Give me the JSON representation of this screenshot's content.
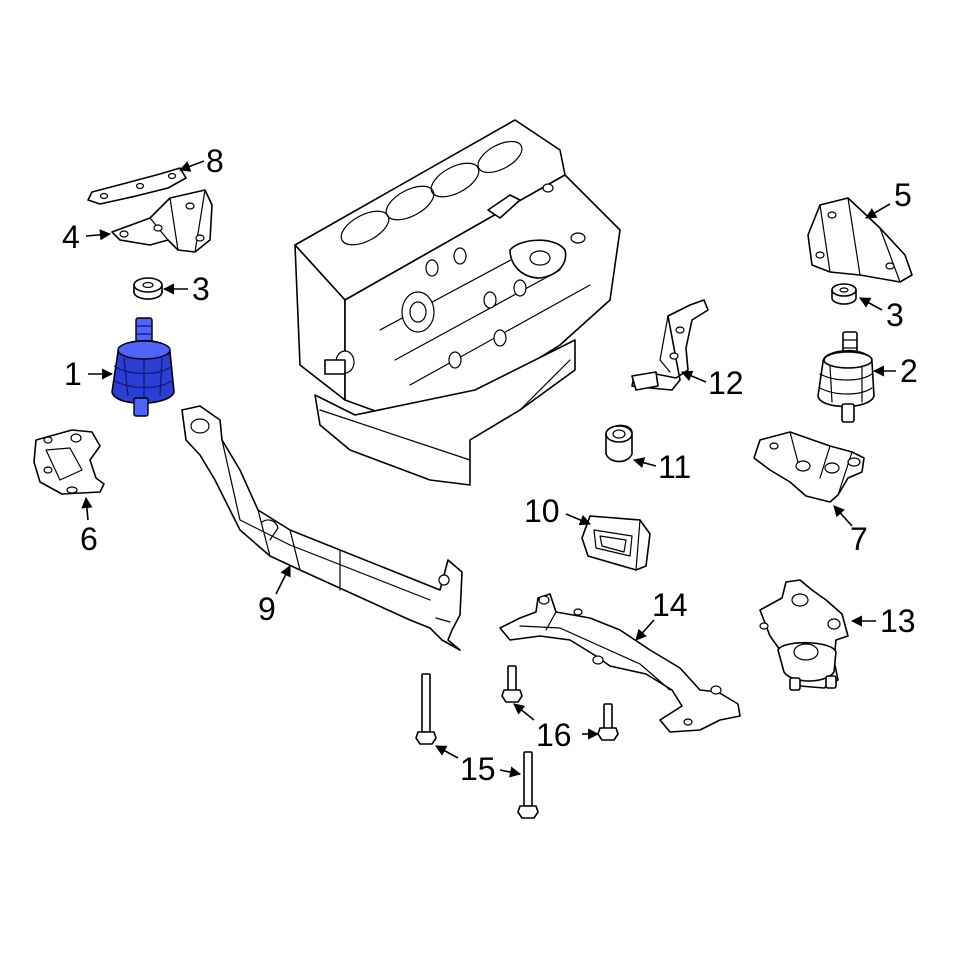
{
  "colors": {
    "highlight": "#2b3fd6",
    "line": "#000000",
    "background": "#ffffff"
  },
  "callouts": {
    "c1": "1",
    "c2": "2",
    "c3a": "3",
    "c3b": "3",
    "c4": "4",
    "c5": "5",
    "c6": "6",
    "c7": "7",
    "c8": "8",
    "c9": "9",
    "c10": "10",
    "c11": "11",
    "c12": "12",
    "c13": "13",
    "c14": "14",
    "c15": "15",
    "c16": "16"
  },
  "highlighted_part": "1"
}
